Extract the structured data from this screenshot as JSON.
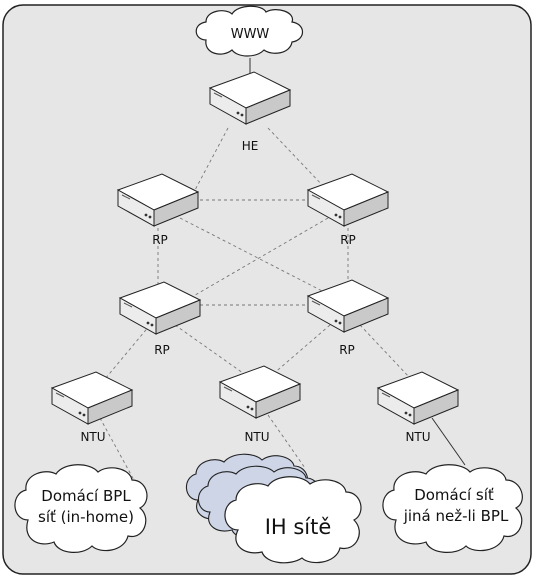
{
  "colors": {
    "panel_fill": "#e6e6e6",
    "panel_stroke": "#222222",
    "device_top": "#ffffff",
    "device_front": "#ececec",
    "device_side": "#c9c9c9",
    "cloud_fill": "#ffffff",
    "cloud_back_fill": "#cdd5e6",
    "link_dashed": "#777777",
    "link_solid": "#333333"
  },
  "clouds": {
    "www": "WWW",
    "home_bpl_line1": "Domácí BPL",
    "home_bpl_line2": "síť (in-home)",
    "ih_networks": "IH sítě",
    "home_other_line1": "Domácí síť",
    "home_other_line2": "jiná než-li BPL"
  },
  "nodes": {
    "he": "HE",
    "rp_top_left": "RP",
    "rp_top_right": "RP",
    "rp_mid_left": "RP",
    "rp_mid_right": "RP",
    "ntu_left": "NTU",
    "ntu_center": "NTU",
    "ntu_right": "NTU"
  },
  "icons": {
    "device": "network-device-icon",
    "cloud": "cloud-icon"
  }
}
